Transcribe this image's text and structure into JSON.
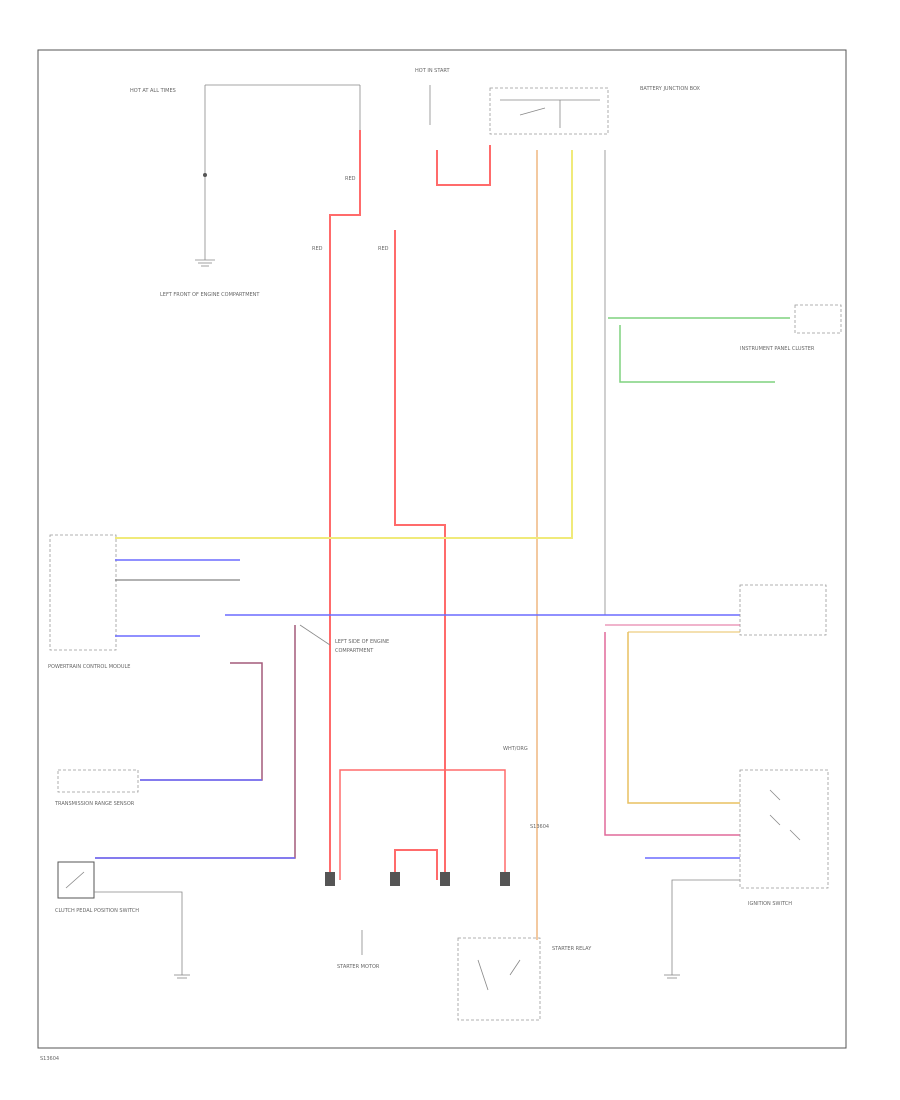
{
  "colors": {
    "frame": "#555555",
    "black": "#666666",
    "red": "#ff6b6b",
    "yellow": "#f0ea7a",
    "orange": "#f3c9a0",
    "blue": "#6b6bff",
    "green": "#7ed27e",
    "violet": "#a45a7a",
    "pink": "#e06a9a",
    "gold": "#e8c060"
  },
  "labels": {
    "fuse_top_left": "HOT AT ALL TIMES",
    "fuse_center": "HOT IN START",
    "relay_box": "BATTERY JUNCTION BOX",
    "ground_left": "LEFT FRONT OF ENGINE COMPARTMENT",
    "instrument_panel": "INSTRUMENT PANEL CLUSTER",
    "pcm": "POWERTRAIN CONTROL MODULE",
    "trans_sensor": "TRANSMISSION RANGE SENSOR",
    "clutch_switch": "CLUTCH PEDAL POSITION SWITCH",
    "starter_motor": "STARTER MOTOR",
    "starter_relay": "STARTER RELAY",
    "ignition_switch": "IGNITION SWITCH",
    "bottom_code": "S13604"
  }
}
